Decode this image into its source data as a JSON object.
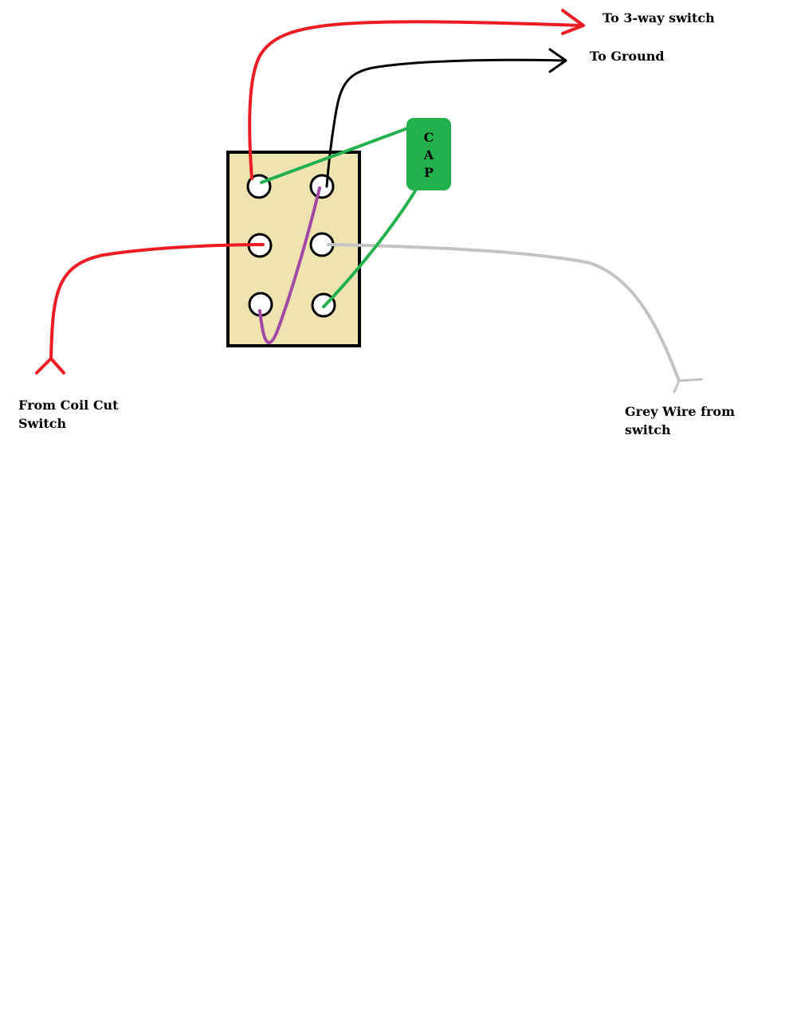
{
  "labels": {
    "to_3way": "To 3-way switch",
    "to_ground": "To Ground",
    "from_coil_cut_line1": "From Coil Cut",
    "from_coil_cut_line2": "Switch",
    "grey_wire_line1": "Grey Wire from",
    "grey_wire_line2": "switch"
  },
  "capacitor": {
    "letters": [
      "C",
      "A",
      "P"
    ],
    "color": "#22b14c"
  },
  "switch_body": {
    "fill": "#efe4b0",
    "border": "#000000",
    "lugs": 6
  },
  "wire_colors": {
    "red": "#ed1c24",
    "black": "#000000",
    "green": "#22b14c",
    "purple": "#a349a4",
    "grey": "#c3c3c3"
  }
}
